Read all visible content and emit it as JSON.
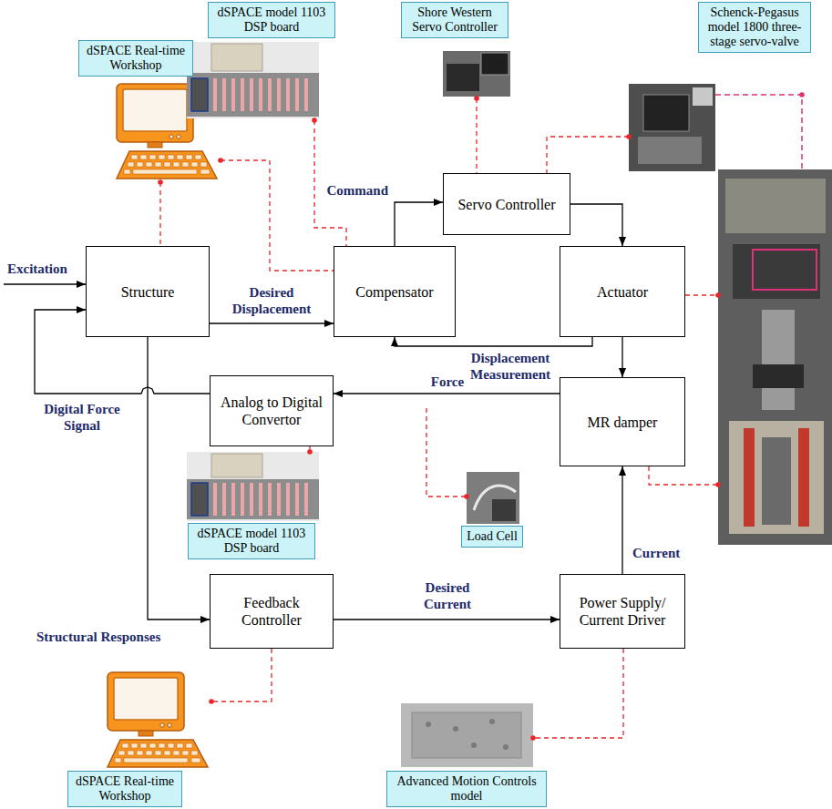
{
  "diagram": {
    "nodes": [
      {
        "text": [
          "Structure"
        ]
      },
      {
        "text": [
          "Compensator"
        ]
      },
      {
        "text": [
          "Servo Controller"
        ]
      },
      {
        "text": [
          "Actuator"
        ]
      },
      {
        "text": [
          "MR damper"
        ]
      },
      {
        "text": [
          "Analog to Digital Convertor"
        ]
      },
      {
        "text": [
          "Feedback Controller"
        ]
      },
      {
        "text": [
          "Power Supply/ Current Driver"
        ]
      },
      {
        "text": [
          "dSPACE Real-time Workshop"
        ]
      },
      {
        "text": [
          "dSPACE model 1103 DSP board"
        ]
      },
      {
        "text": [
          "Shore Western Servo Controller"
        ]
      },
      {
        "text": [
          "Schenck-Pegasus model 1800 three-stage servo-valve"
        ]
      },
      {
        "text": [
          "Load Cell"
        ]
      },
      {
        "text": [
          "dSPACE model 1103 DSP board"
        ]
      },
      {
        "text": [
          "dSPACE Real-time Workshop"
        ]
      },
      {
        "text": [
          "Advanced Motion Controls model"
        ]
      }
    ],
    "edges": [
      {
        "from": 0,
        "to": 1,
        "arrow": "to",
        "label": "Desired Displacement"
      },
      {
        "from": 1,
        "to": 2,
        "arrow": "to",
        "label": "Command"
      },
      {
        "from": 2,
        "to": 3,
        "arrow": "to"
      },
      {
        "from": 3,
        "to": 1,
        "arrow": "to",
        "label": "Displacement Measurement"
      },
      {
        "from": 3,
        "to": 4,
        "arrow": "to"
      },
      {
        "from": 4,
        "to": 5,
        "arrow": "to",
        "label": "Force"
      },
      {
        "from": 5,
        "to": 0,
        "arrow": "to",
        "label": "Digital Force Signal"
      },
      {
        "from": 0,
        "to": 6,
        "arrow": "to",
        "label": "Structural Responses"
      },
      {
        "from": 6,
        "to": 7,
        "arrow": "to",
        "label": "Desired Current"
      },
      {
        "from": 7,
        "to": 4,
        "arrow": "to",
        "label": "Current"
      }
    ],
    "labels": [
      "Excitation"
    ]
  }
}
